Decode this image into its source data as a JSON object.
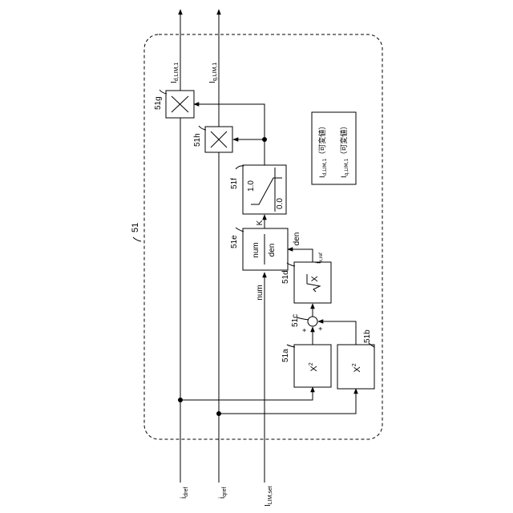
{
  "ref": {
    "main": "51",
    "block_a": "51a",
    "block_b": "51b",
    "block_c": "51c",
    "block_d": "51d",
    "block_e": "51e",
    "block_f": "51f",
    "block_g": "51g",
    "block_h": "51h"
  },
  "inputs": {
    "id_main": "i",
    "id_sub": "dref",
    "iq_main": "i",
    "iq_sub": "qref",
    "ilim_main": "I",
    "ilim_sub": "LIM,set"
  },
  "outputs": {
    "d_main": "I",
    "d_sub": "d,LIM,1",
    "q_main": "I",
    "q_sub": "q,LIM,1"
  },
  "blocks": {
    "square": "X",
    "square_exp": "2",
    "sqrt_x": "X",
    "div_num": "num",
    "div_den": "den",
    "lim_high": "1.0",
    "lim_low": "0.0"
  },
  "signals": {
    "num": "num",
    "den": "den",
    "k": "K",
    "iref_main": "i",
    "iref_sub": "x,ref",
    "plus1": "+",
    "plus2": "+"
  },
  "note": {
    "line1_main": "I",
    "line1_sub": "d,LIM,1",
    "line1_suffix": "（可変値）",
    "line2_main": "I",
    "line2_sub": "q,LIM,1",
    "line2_suffix": "（可変値）"
  }
}
